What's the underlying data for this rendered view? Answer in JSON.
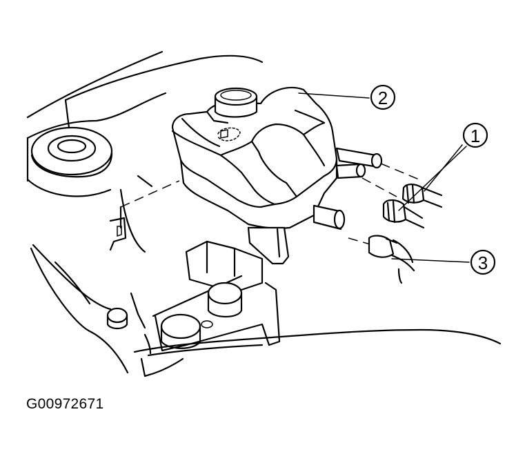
{
  "callouts": [
    {
      "id": "1",
      "label": "1"
    },
    {
      "id": "2",
      "label": "2"
    },
    {
      "id": "3",
      "label": "3"
    }
  ],
  "figure_id": "G00972671"
}
